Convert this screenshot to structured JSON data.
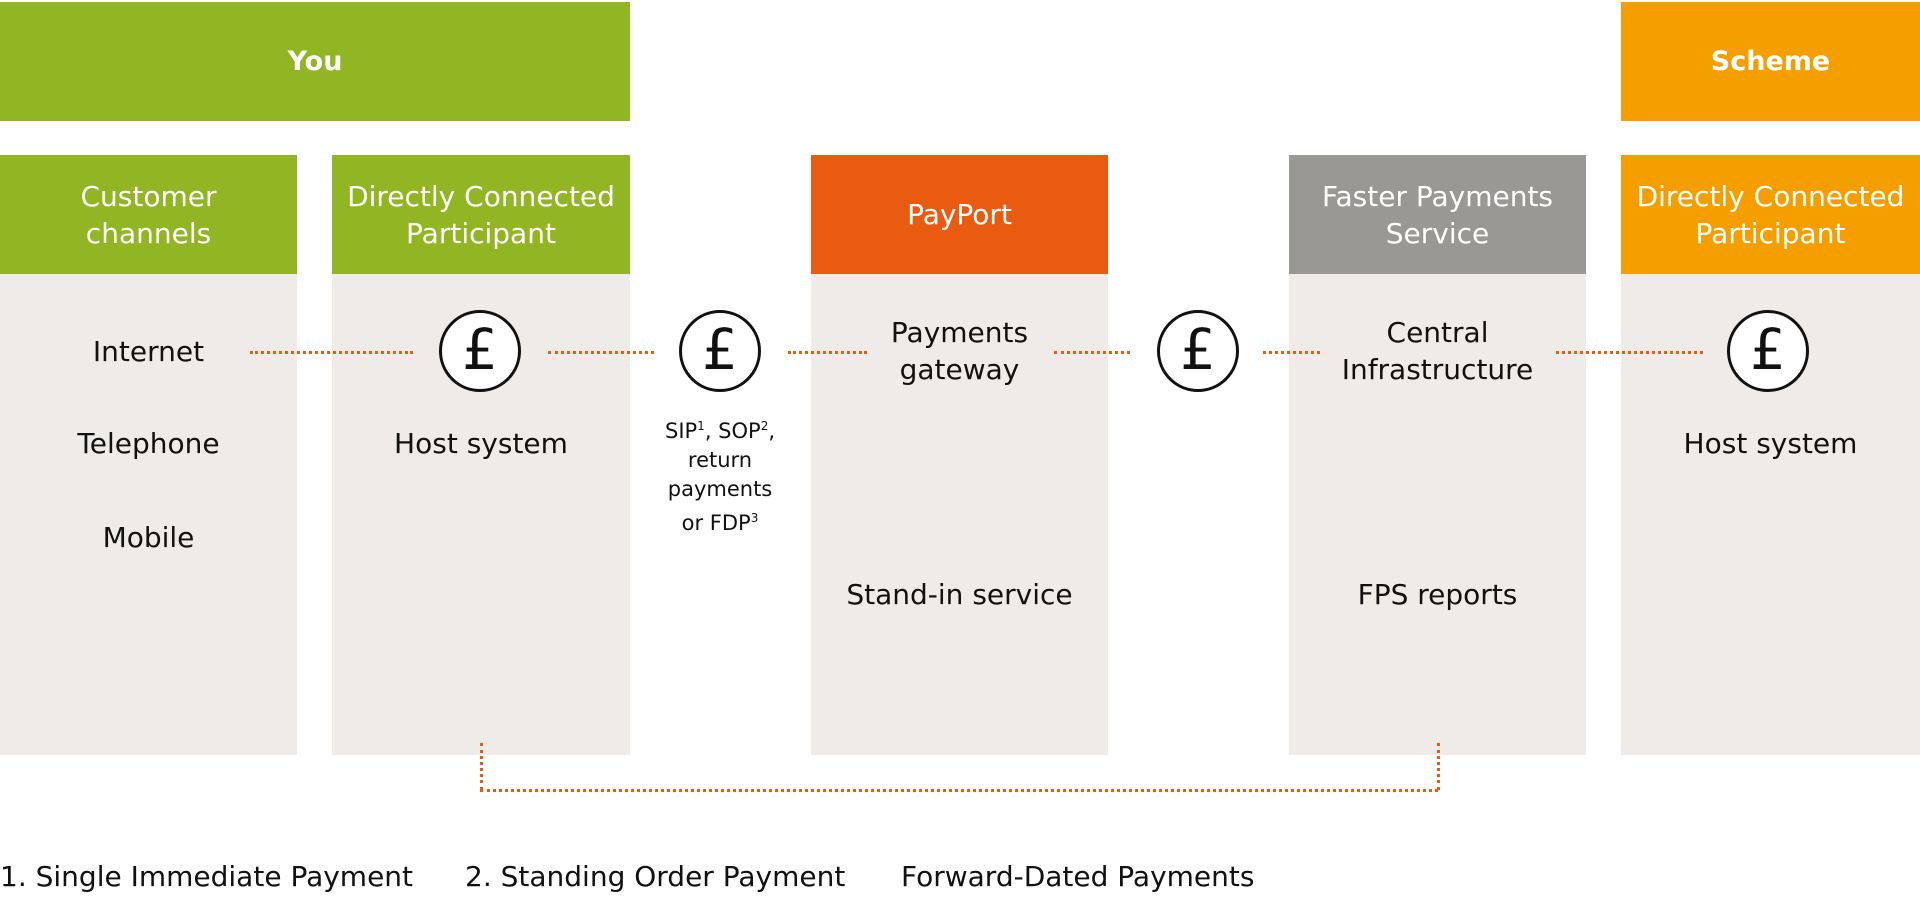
{
  "bands": {
    "you": "You",
    "scheme": "Scheme"
  },
  "colors": {
    "green": "#91b523",
    "orange_scheme": "#f59e00",
    "payport": "#e85b10",
    "fps_grey": "#9a9894",
    "body_bg": "#eeebe8",
    "connector": "#e85b10"
  },
  "columns": {
    "customer_channels": {
      "title_1": "Customer",
      "title_2": "channels",
      "items": [
        "Internet",
        "Telephone",
        "Mobile"
      ]
    },
    "dcp_you": {
      "title_1": "Directly Connected",
      "title_2": "Participant",
      "item": "Host system"
    },
    "payport": {
      "title": "PayPort",
      "item_1a": "Payments",
      "item_1b": "gateway",
      "item_2": "Stand-in service"
    },
    "fps": {
      "title_1": "Faster Payments",
      "title_2": "Service",
      "item_1a": "Central",
      "item_1b": "Infrastructure",
      "item_2": "FPS reports"
    },
    "dcp_scheme": {
      "title_1": "Directly Connected",
      "title_2": "Participant",
      "item": "Host system"
    }
  },
  "payment_types": {
    "sip": "SIP",
    "sip_note": "1",
    "sop": ", SOP",
    "sop_note": "2",
    "trail": ",",
    "line2": "return",
    "line3": "payments",
    "line4": "or FDP",
    "fdp_note": "3"
  },
  "icons": {
    "currency": "£"
  },
  "footnotes": [
    "1. Single Immediate Payment",
    "2. Standing Order Payment",
    "Forward-Dated Payments"
  ]
}
